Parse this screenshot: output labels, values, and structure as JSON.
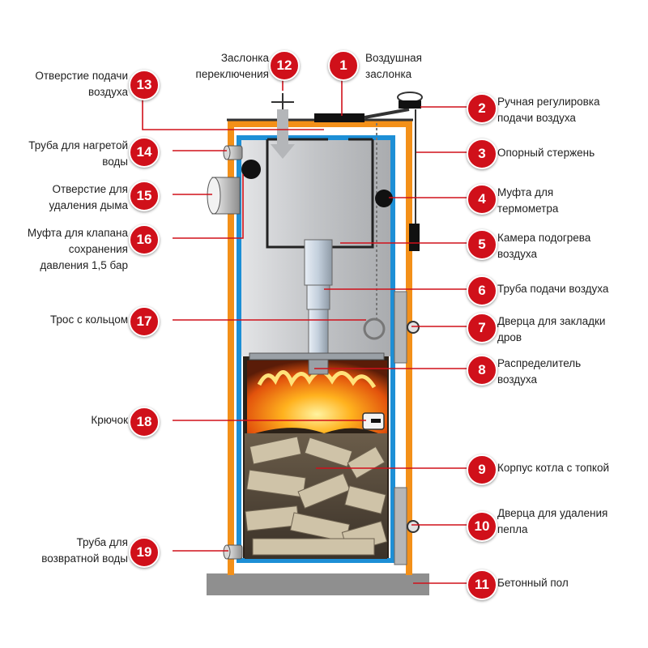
{
  "colors": {
    "callout": "#d0101a",
    "outer_jacket": "#f39019",
    "inner_wall": "#1d8fd6",
    "steel": "#c7c9cc",
    "floor": "#8f8f8f"
  },
  "callouts": [
    {
      "num": "1",
      "label": "Воздушная\nзаслонка",
      "side": "right"
    },
    {
      "num": "2",
      "label": "Ручная регулировка\nподачи воздуха",
      "side": "right"
    },
    {
      "num": "3",
      "label": "Опорный стержень",
      "side": "right"
    },
    {
      "num": "4",
      "label": "Муфта для\nтермометра",
      "side": "right"
    },
    {
      "num": "5",
      "label": "Камера подогрева\nвоздуха",
      "side": "right"
    },
    {
      "num": "6",
      "label": "Труба подачи воздуха",
      "side": "right"
    },
    {
      "num": "7",
      "label": "Дверца для закладки\nдров",
      "side": "right"
    },
    {
      "num": "8",
      "label": "Распределитель\nвоздуха",
      "side": "right"
    },
    {
      "num": "9",
      "label": "Корпус котла с топкой",
      "side": "right"
    },
    {
      "num": "10",
      "label": "Дверца для удаления\nпепла",
      "side": "right"
    },
    {
      "num": "11",
      "label": "Бетонный пол",
      "side": "right"
    },
    {
      "num": "12",
      "label": "Заслонка\nпереключения",
      "side": "left"
    },
    {
      "num": "13",
      "label": "Отверстие подачи\nвоздуха",
      "side": "left"
    },
    {
      "num": "14",
      "label": "Труба для нагретой\nводы",
      "side": "left"
    },
    {
      "num": "15",
      "label": "Отверстие для\nудаления дыма",
      "side": "left"
    },
    {
      "num": "16",
      "label": "Муфта для клапана\nсохранения\nдавления 1,5 бар",
      "side": "left"
    },
    {
      "num": "17",
      "label": "Трос с кольцом",
      "side": "left"
    },
    {
      "num": "18",
      "label": "Крючок",
      "side": "left"
    },
    {
      "num": "19",
      "label": "Труба для\nвозвратной воды",
      "side": "left"
    }
  ]
}
